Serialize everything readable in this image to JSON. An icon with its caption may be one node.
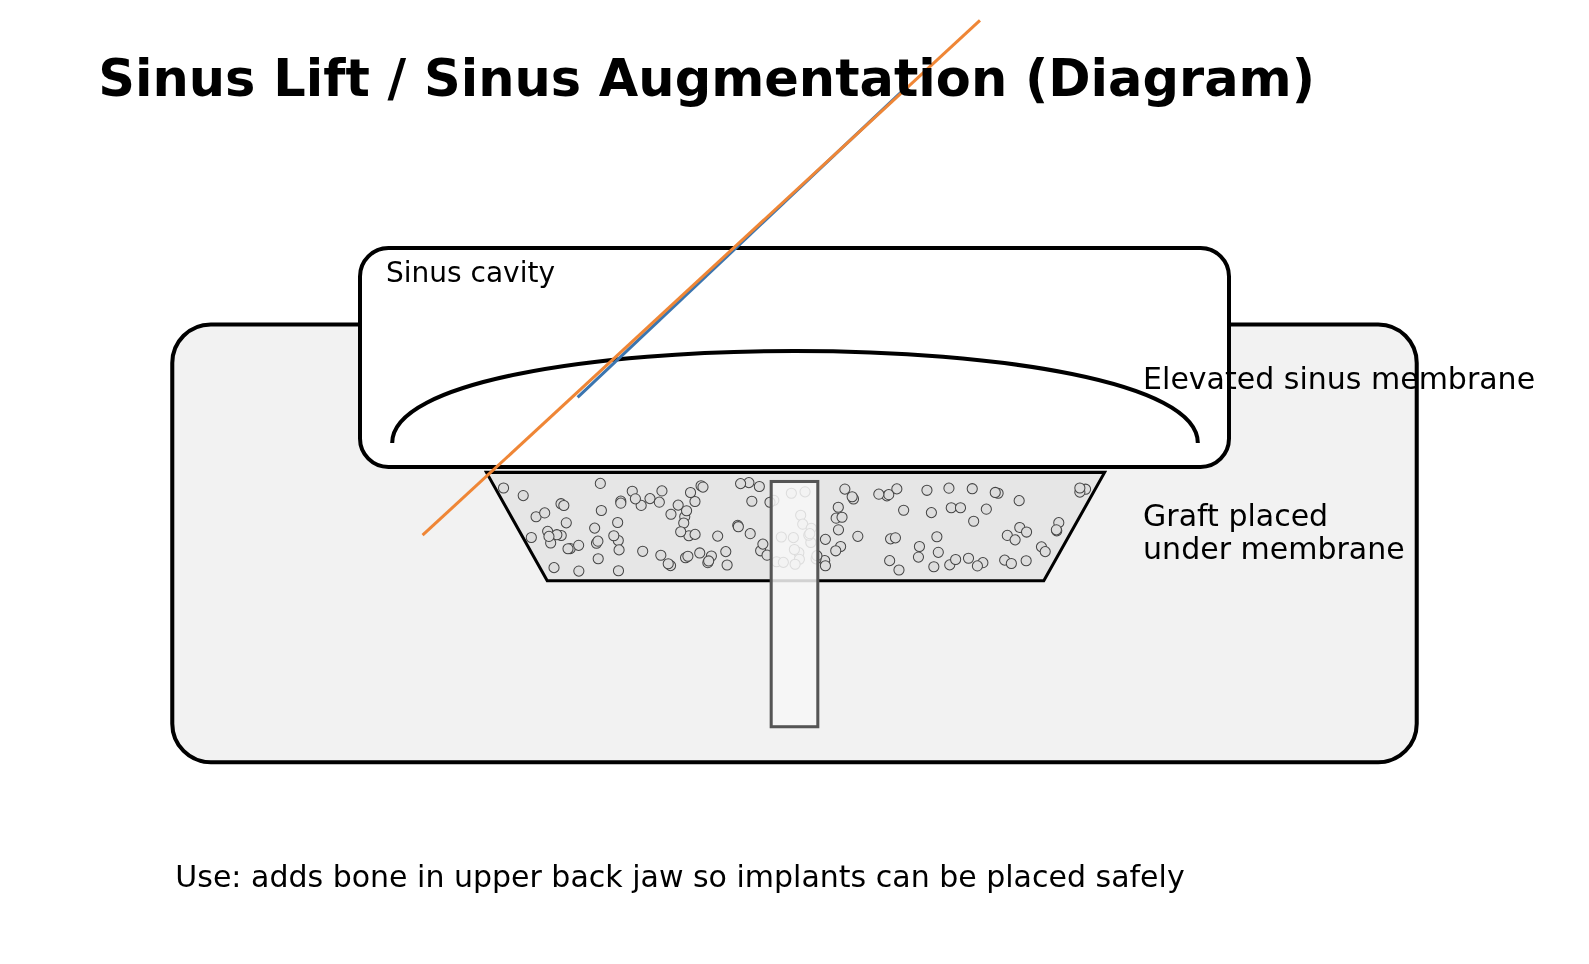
{
  "diagram": {
    "title": "Sinus Lift / Sinus Augmentation (Diagram)",
    "caption": "Use: adds bone in upper back jaw so implants can be placed safely",
    "nodes": [
      {
        "text": [
          "Sinus cavity"
        ]
      }
    ],
    "labels": [
      "Elevated sinus membrane",
      "Graft placed under membrane"
    ]
  }
}
